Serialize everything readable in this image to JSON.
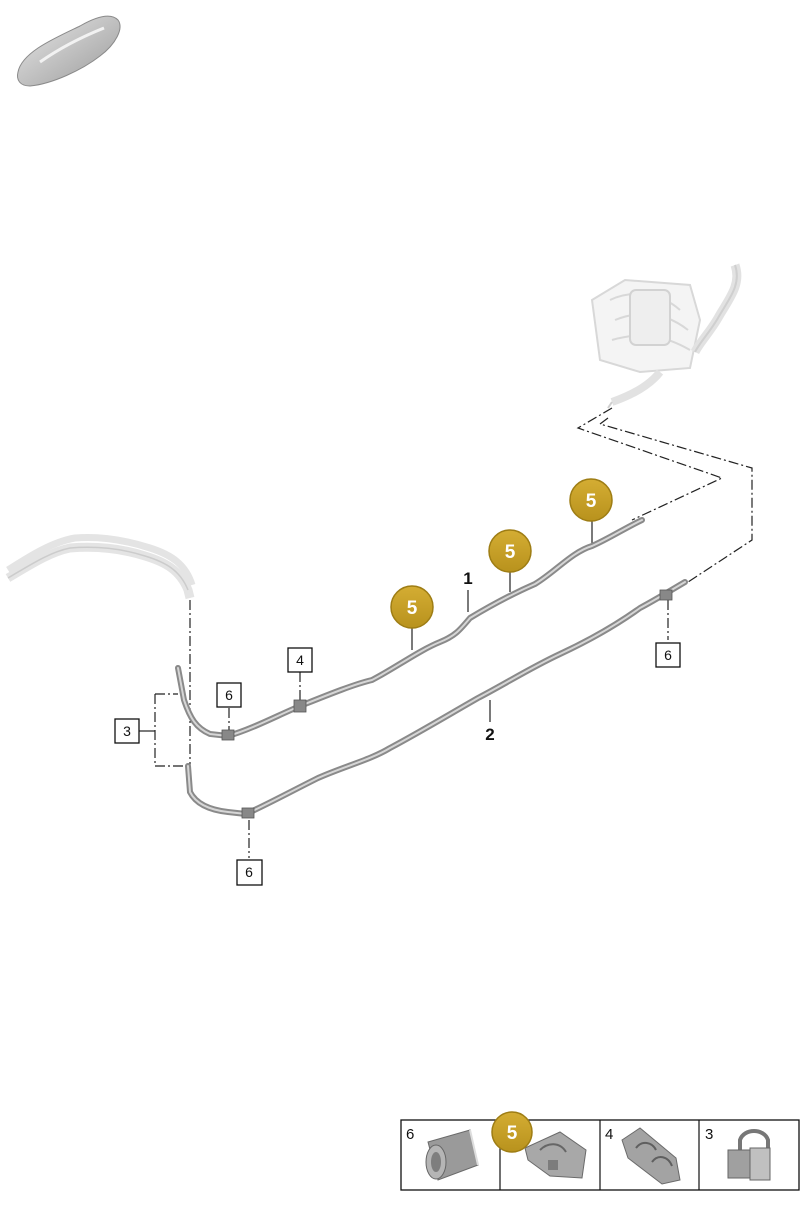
{
  "callouts": {
    "line_1": "1",
    "line_2": "2",
    "part_3": "3",
    "part_4": "4",
    "part_5a": "5",
    "part_5b": "5",
    "part_5c": "5",
    "part_6a": "6",
    "part_6b": "6",
    "part_6c": "6"
  },
  "legend": {
    "cell_1_num": "6",
    "cell_2_num": "5",
    "cell_3_num": "4",
    "cell_4_num": "3"
  },
  "colors": {
    "coin": "#c9a227",
    "coin_stroke": "#9e7d14",
    "pipe": "#8c8c8c",
    "pipe_light": "#d9d9d9",
    "ghost": "#e6e6e6"
  },
  "icons": [
    "car-silhouette-icon",
    "heater-unit-icon",
    "pipe-clip-icon"
  ]
}
